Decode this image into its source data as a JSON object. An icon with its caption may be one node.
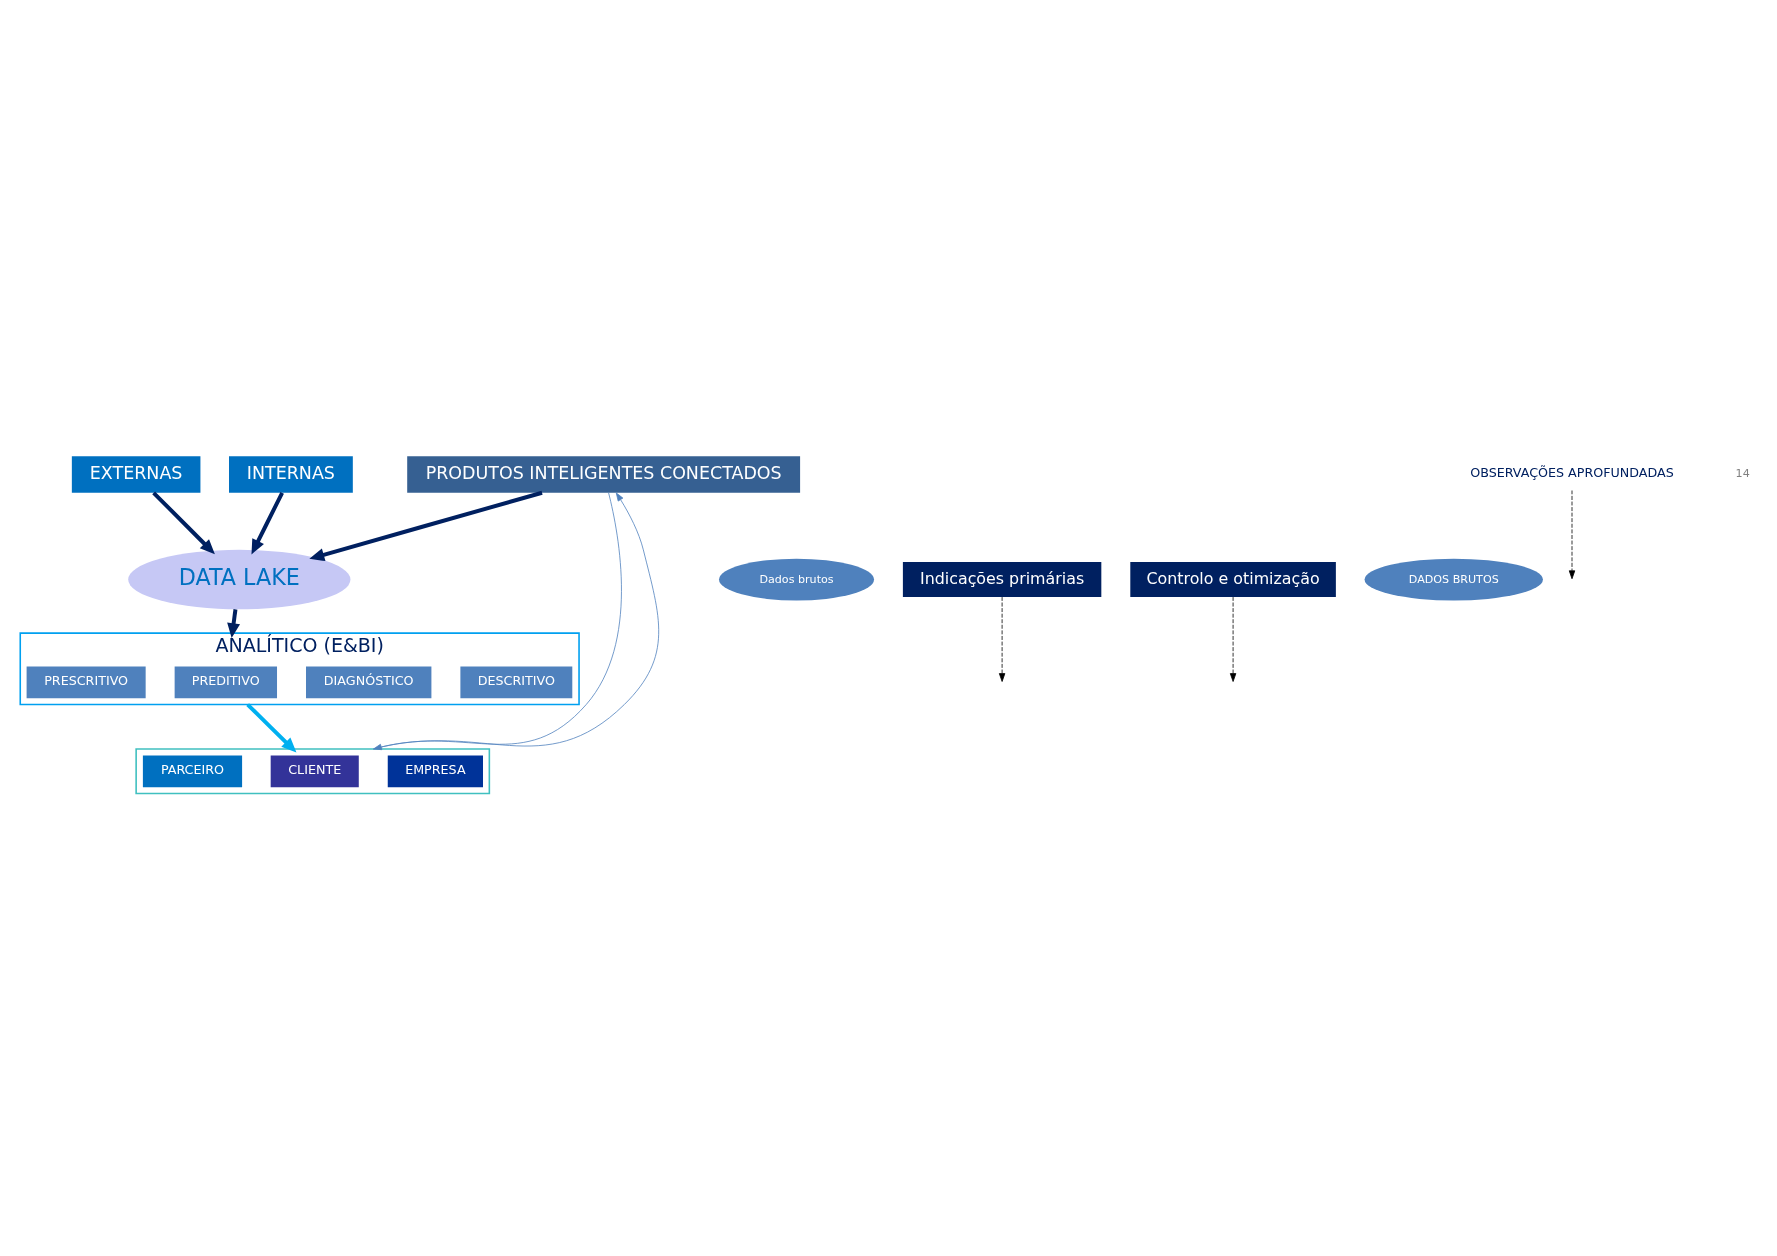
{
  "diagram": {
    "nodes": [
      {
        "text": [
          "PRODUTOS INTELIGENTES CONECTADOS"
        ]
      },
      {
        "text": [
          "EXTERNAS"
        ]
      },
      {
        "text": [
          "INTERNAS"
        ]
      },
      {
        "text": [
          "Dados brutos"
        ]
      },
      {
        "text": [
          "DATA LAKE"
        ]
      },
      {
        "text": [
          "Indicações primárias"
        ]
      },
      {
        "text": [
          "Controlo e otimização"
        ]
      },
      {
        "text": [
          "DADOS BRUTOS"
        ]
      },
      {
        "text": [
          "ANALÍTICO (E&BI)"
        ]
      },
      {
        "text": [
          "DESCRITIVO"
        ],
        "in": 8
      },
      {
        "text": [
          "DIAGNÓSTICO"
        ],
        "in": 8
      },
      {
        "text": [
          "PREDITIVO"
        ],
        "in": 8
      },
      {
        "text": [
          "PRESCRITIVO"
        ],
        "in": 8
      },
      {
        "text": [
          "OBSERVAÇÕES APROFUNDADAS"
        ]
      },
      {
        "text": [],
        "shape": "box"
      },
      {
        "text": [
          "EMPRESA"
        ],
        "in": 14
      },
      {
        "text": [
          "CLIENTE"
        ],
        "in": 14
      },
      {
        "text": [
          "PARCEIRO"
        ],
        "in": 14
      }
    ],
    "edges": [
      {
        "from": 1,
        "to": 4,
        "arrow": "to",
        "style": "thick",
        "color": "#002060"
      },
      {
        "from": 0,
        "to": 4,
        "arrow": "to",
        "style": "thick",
        "color": "#002060"
      },
      {
        "from": 2,
        "to": 4,
        "arrow": "to",
        "style": "thick",
        "color": "#002060"
      },
      {
        "from": 4,
        "to": 8,
        "arrow": "to",
        "style": "thick",
        "color": "#002060"
      },
      {
        "from": 8,
        "to": 14,
        "arrow": "to",
        "style": "thick",
        "color": "#00b0f0"
      },
      {
        "from": 0,
        "to": 14,
        "arrow": "to",
        "color": "#4f81bd"
      },
      {
        "from": 14,
        "to": 0,
        "arrow": "to",
        "color": "#4f81bd"
      },
      {
        "from": 5,
        "to": null,
        "arrow": "to",
        "style": "dashed",
        "color": "#000000"
      },
      {
        "from": 6,
        "to": null,
        "arrow": "to",
        "style": "dashed",
        "color": "#000000"
      },
      {
        "from": 13,
        "to": null,
        "arrow": "to",
        "style": "dashed",
        "color": "#000000"
      }
    ],
    "labels": [
      "14"
    ]
  }
}
